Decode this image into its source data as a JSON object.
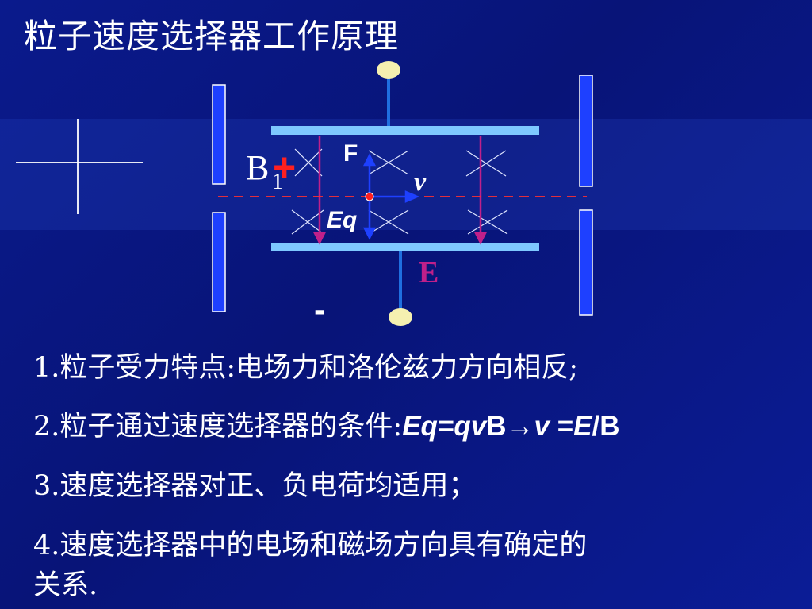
{
  "slide": {
    "title": "粒子速度选择器工作原理",
    "diagram": {
      "label_b": "B",
      "label_b_sub": "1",
      "label_plus": "+",
      "label_minus": "-",
      "label_f": "F",
      "label_v": "v",
      "label_eq": "Eq",
      "label_e": "E",
      "colors": {
        "plate": "#7ec8ff",
        "slit": "#1e40ff",
        "wire": "#1f6fe0",
        "terminal": "#f5f0b0",
        "field_line": "#c0208a",
        "trajectory": "#ff3030",
        "e_label": "#c0208a",
        "plus": "#ff2020"
      }
    },
    "points": [
      {
        "num": "1.",
        "text": "粒子受力特点:电场力和洛伦兹力方向相反;"
      },
      {
        "num": "2.",
        "text": "粒子通过速度选择器的条件:",
        "formula": {
          "eq": "Eq=qv",
          "b": "B",
          "arrow": "→",
          "v": "v",
          "eqs": " =",
          "e": "E",
          "slash": "/",
          "b2": "B"
        }
      },
      {
        "num": "3.",
        "text": "速度选择器对正、负电荷均适用；"
      },
      {
        "num": "4.",
        "text": "速度选择器中的电场和磁场方向具有确定的",
        "text2": "关系."
      }
    ]
  }
}
